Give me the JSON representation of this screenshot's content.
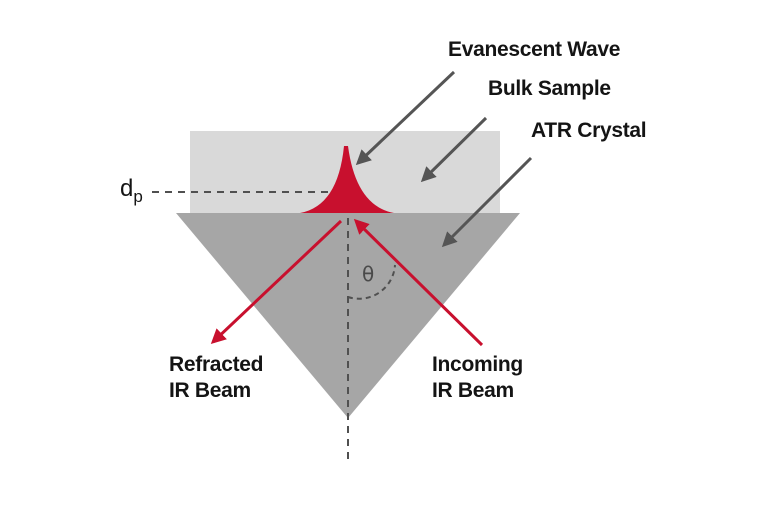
{
  "labels": {
    "evanescent_wave": "Evanescent Wave",
    "bulk_sample": "Bulk Sample",
    "atr_crystal": "ATR Crystal",
    "dp_main": "d",
    "dp_sub": "p",
    "theta": "θ",
    "refracted_line1": "Refracted",
    "refracted_line2": "IR Beam",
    "incoming_line1": "Incoming",
    "incoming_line2": "IR Beam"
  },
  "colors": {
    "sample": "#d9d9d9",
    "crystal": "#a6a6a6",
    "beam": "#c8102e",
    "pointer": "#555555",
    "dashed": "#505050"
  }
}
